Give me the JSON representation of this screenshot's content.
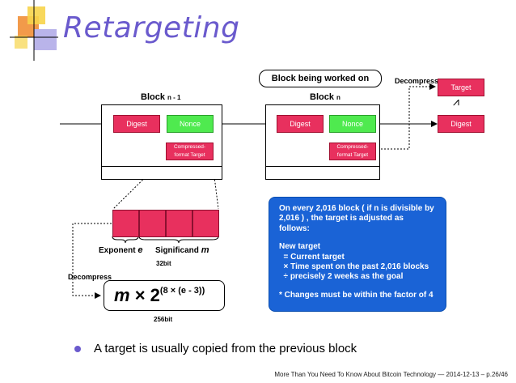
{
  "slide": {
    "title": "Retargeting",
    "bullet": "A target is usually copied from the previous block",
    "footer": "More Than You Need To Know About Bitcoin Technology — 2014-12-13 – p.26/46"
  },
  "diagram": {
    "block_prev": {
      "label": "Block",
      "suffix": "n - 1"
    },
    "block_cur": {
      "label": "Block",
      "suffix": "n"
    },
    "digest": "Digest",
    "nonce": "Nonce",
    "compressed_target_line1": "Compressed-",
    "compressed_target_line2": "format Target",
    "being_worked_on": "Block being worked on",
    "decompress_top": "Decompress",
    "target": "Target",
    "ge_symbol": "⩘",
    "digest_right": "Digest",
    "exponent_label": "Exponent",
    "exponent_var": "e",
    "significand_label": "Significand",
    "significand_var": "m",
    "bits32": "32bit",
    "decompress_left": "Decompress",
    "formula_m": "m",
    "formula_times": "×",
    "formula_base": "2",
    "formula_exponent": "(8 × (e - 3))",
    "bits256": "256bit",
    "note_lines": [
      "On every 2,016 block ( if n is divisible by",
      "2,016 ) , the target is adjusted as follows:",
      "",
      "New target",
      "  = Current target",
      "  × Time spent on the past 2,016 blocks",
      "  ÷ precisely 2 weeks as the goal",
      "",
      "* Changes must be within the factor of 4"
    ]
  },
  "colors": {
    "title": "#6a5acd",
    "pink": "#e8305e",
    "green": "#4fea4f",
    "blue": "#1a63d6",
    "logo_yellow": "#f7d44a",
    "logo_orange": "#f29a4a",
    "logo_lavender": "#b9b4ea"
  }
}
